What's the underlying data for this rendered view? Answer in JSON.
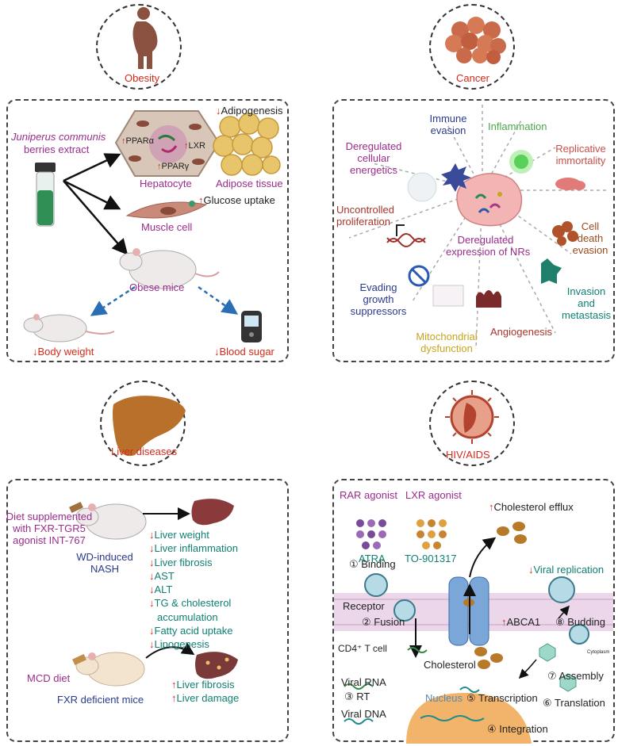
{
  "colors": {
    "red": "#d42a1a",
    "purple": "#9b2c8c",
    "navy": "#2b3a8c",
    "teal": "#0f8074",
    "green": "#4aa84a"
  },
  "obesity": {
    "title": "Obesity",
    "extract_line1": "Juniperus communis",
    "extract_line2": "berries extract",
    "adipogenesis": "Adipogenesis",
    "ppar_a": "PPARα",
    "lxr": "LXR",
    "ppar_g": "PPARγ",
    "hepatocyte": "Hepatocyte",
    "adipose": "Adipose tissue",
    "glucose": "Glucose uptake",
    "muscle": "Muscle cell",
    "obese_mice": "Obese mice",
    "body_weight": "Body weight",
    "blood_sugar": "Blood sugar"
  },
  "cancer": {
    "title": "Cancer",
    "immune1": "Immune",
    "immune2": "evasion",
    "inflammation": "Inflammation",
    "dereg1": "Deregulated",
    "dereg2": "cellular",
    "dereg3": "energetics",
    "repl1": "Replicative",
    "repl2": "immortality",
    "uncon1": "Uncontrolled",
    "uncon2": "proliferation",
    "center1": "Deregulated",
    "center2": "expression of NRs",
    "celldeath1": "Cell",
    "celldeath2": "death",
    "celldeath3": "evasion",
    "evading1": "Evading",
    "evading2": "growth",
    "evading3": "suppressors",
    "invasion1": "Invasion",
    "invasion2": "and",
    "invasion3": "metastasis",
    "angio": "Angiogenesis",
    "mito1": "Mitochondrial",
    "mito2": "dysfunction"
  },
  "liver": {
    "title": "Liver diseases",
    "diet1": "Diet supplemented",
    "diet2": "with FXR-TGR5",
    "diet3": "agonist INT-767",
    "wd1": "WD-induced",
    "wd2": "NASH",
    "effects": [
      "Liver weight",
      "Liver inflammation",
      "Liver fibrosis",
      "AST",
      "ALT",
      "TG & cholesterol",
      "accumulation",
      "Fatty acid uptake",
      "Lipogenesis"
    ],
    "mcd": "MCD diet",
    "fxr_mice": "FXR deficient mice",
    "fibrosis": "Liver fibrosis",
    "damage": "Liver damage"
  },
  "hiv": {
    "title": "HIV/AIDS",
    "rar": "RAR agonist",
    "lxr": "LXR agonist",
    "atra": "ATRA",
    "to": "TO-901317",
    "efflux": "Cholesterol efflux",
    "binding": "① Binding",
    "viral_rep": "Viral replication",
    "receptor": "Receptor",
    "fusion": "② Fusion",
    "abca1": "ABCA1",
    "budding": "⑧ Budding",
    "cd4": "CD4⁺ T cell",
    "cholesterol": "Cholesterol",
    "cytoplasm": "Cytoplasm",
    "assembly": "⑦ Assembly",
    "viral_rna": "Viral RNA",
    "rt": "③ RT",
    "nucleus": "Nucleus",
    "transcription": "⑤ Transcription",
    "translation": "⑥ Translation",
    "viral_dna": "Viral DNA",
    "integration": "④ Integration"
  }
}
